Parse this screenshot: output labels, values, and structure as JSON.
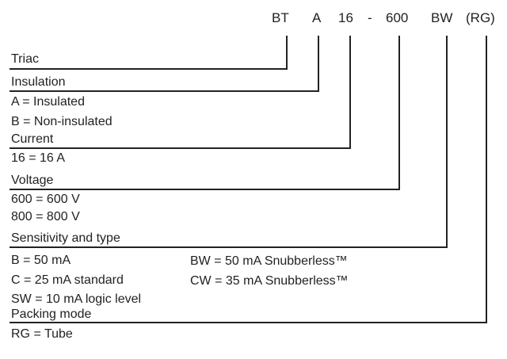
{
  "code": {
    "prefix": "BT",
    "insulation": "A",
    "current": "16",
    "dash": "-",
    "voltage": "600",
    "sensitivity": "BW",
    "packing": "(RG)"
  },
  "sections": {
    "triac": {
      "title": "Triac"
    },
    "insulation": {
      "title": "Insulation",
      "options": [
        "A = Insulated",
        "B = Non-insulated"
      ]
    },
    "current": {
      "title": "Current",
      "options": [
        "16 = 16 A"
      ]
    },
    "voltage": {
      "title": "Voltage",
      "options": [
        "600 = 600 V",
        "800 = 800 V"
      ]
    },
    "sensitivity": {
      "title": "Sensitivity and type",
      "options_left": [
        "B = 50 mA",
        "C = 25 mA standard",
        "SW = 10 mA logic level"
      ],
      "options_right": [
        "BW = 50 mA Snubberless™",
        "CW = 35 mA Snubberless™"
      ]
    },
    "packing": {
      "title": "Packing mode",
      "options": [
        "RG = Tube"
      ]
    }
  },
  "colors": {
    "line": "#222222",
    "text": "#222222"
  }
}
